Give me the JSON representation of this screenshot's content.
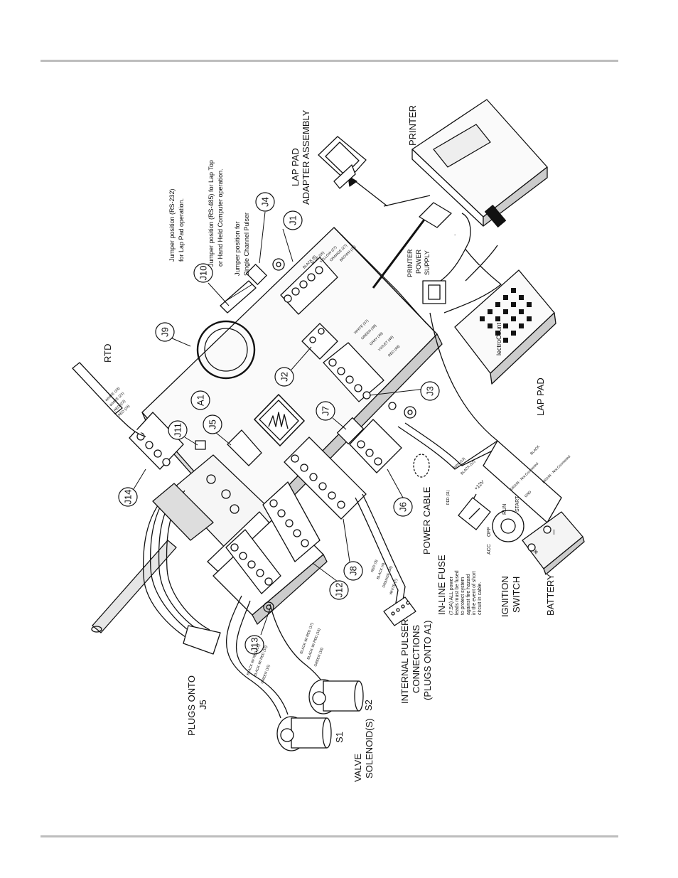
{
  "callouts": {
    "j1": "J1",
    "j2": "J2",
    "j3": "J3",
    "j4": "J4",
    "j5": "J5",
    "j6": "J6",
    "j7": "J7",
    "j8": "J8",
    "j9": "J9",
    "j10": "J10",
    "j11": "J11",
    "j12": "J12",
    "j13": "J13",
    "j14": "J14",
    "a1": "A1"
  },
  "labels": {
    "printer": "PRINTER",
    "lap_pad_adapter_1": "LAP PAD",
    "lap_pad_adapter_2": "ADAPTER ASSEMBLY",
    "printer_power_supply_1": "PRINTER",
    "printer_power_supply_2": "POWER",
    "printer_power_supply_3": "SUPPLY",
    "lap_pad": "LAP PAD",
    "keypad_brand": "lectroCount",
    "rtd": "RTD",
    "power_cable": "POWER CABLE",
    "ignition_1": "IGNITION",
    "ignition_2": "SWITCH",
    "battery": "BATTERY",
    "fuse_title": "IN-LINE FUSE",
    "fuse_note_1": "(7.5A) ALL power",
    "fuse_note_2": "leads must be fused",
    "fuse_note_3": "to protect system",
    "fuse_note_4": "against fire hazard",
    "fuse_note_5": "in the event of short",
    "fuse_note_6": "circuit in cable.",
    "pulser_1": "INTERNAL PULSER",
    "pulser_2": "CONNECTIONS",
    "pulser_3": "(PLUGS ONTO A1)",
    "valve_1": "VALVE",
    "valve_2": "SOLENOID(S)",
    "s1": "S1",
    "s2": "S2",
    "plugs_1": "PLUGS ONTO",
    "plugs_2": "J5",
    "j4_note_1": "Jumper position for",
    "j4_note_2": "Single Channel Pulser",
    "j10_note_1": "Jumper position (RS-485) for Lap Top",
    "j10_note_2": "or Hand Held Computer operation.",
    "j9_note_1": "Jumper position (RS-232)",
    "j9_note_2": "for Lap Pad operation.",
    "ign_off": "OFF",
    "ign_acc": "ACC",
    "ign_run": "RUN",
    "ign_start": "START",
    "plus12v": "+12V",
    "bat_plus": "+",
    "bat_minus": "–"
  },
  "wires": {
    "j1": [
      "BLACK (8)",
      "BLUE (26)",
      "YELLOW (27)",
      "ORANGE (27)",
      "BROWN (29)"
    ],
    "j3": [
      "WHITE (37)",
      "GREEN (38)",
      "GRAY (46)",
      "VIOLET (48)",
      "RED (48)"
    ],
    "j14": [
      "WHITE (19)",
      "WHITE (21)",
      "RED (22)",
      "RED (24)"
    ],
    "power": [
      "BRN (13)",
      "BLACK (12)",
      "RED (11)"
    ],
    "drain": [
      "DRAIN - Not Connected",
      "BLACK",
      "DRAIN - Not Connected",
      "GND"
    ],
    "pulser": [
      "RED (3)",
      "BLACK (4)",
      "ORANGE (34)",
      "WHITE (7)"
    ],
    "solenoid": [
      "BLACK W/ RED (16)",
      "BLACK W/ RED (10)",
      "GREEN (15)",
      "BLACK W/ RED (17)",
      "BLACK W/ RED (18)",
      "GREEN (18)"
    ]
  }
}
